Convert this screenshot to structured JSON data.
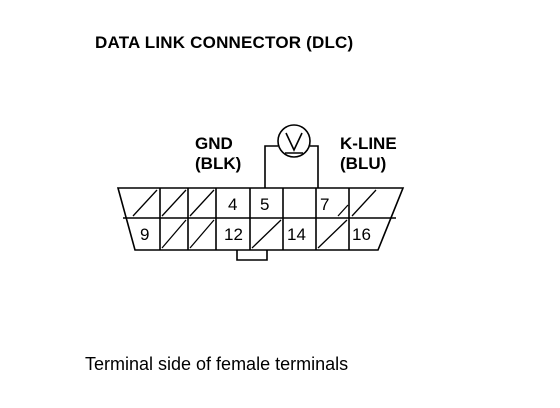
{
  "title": "DATA LINK CONNECTOR (DLC)",
  "caption": "Terminal side of female terminals",
  "meter": {
    "icon": "voltmeter-icon",
    "symbol": "V"
  },
  "labels": {
    "gnd_name": "GND",
    "gnd_color": "(BLK)",
    "kline_name": "K-LINE",
    "kline_color": "(BLU)"
  },
  "pins": {
    "top_row": [
      "",
      "",
      "",
      "4",
      "5",
      "",
      "7",
      ""
    ],
    "bottom_row": [
      "9",
      "",
      "",
      "12",
      "",
      "14",
      "",
      "16"
    ]
  },
  "colors": {
    "ink": "#000000",
    "background": "#ffffff"
  }
}
